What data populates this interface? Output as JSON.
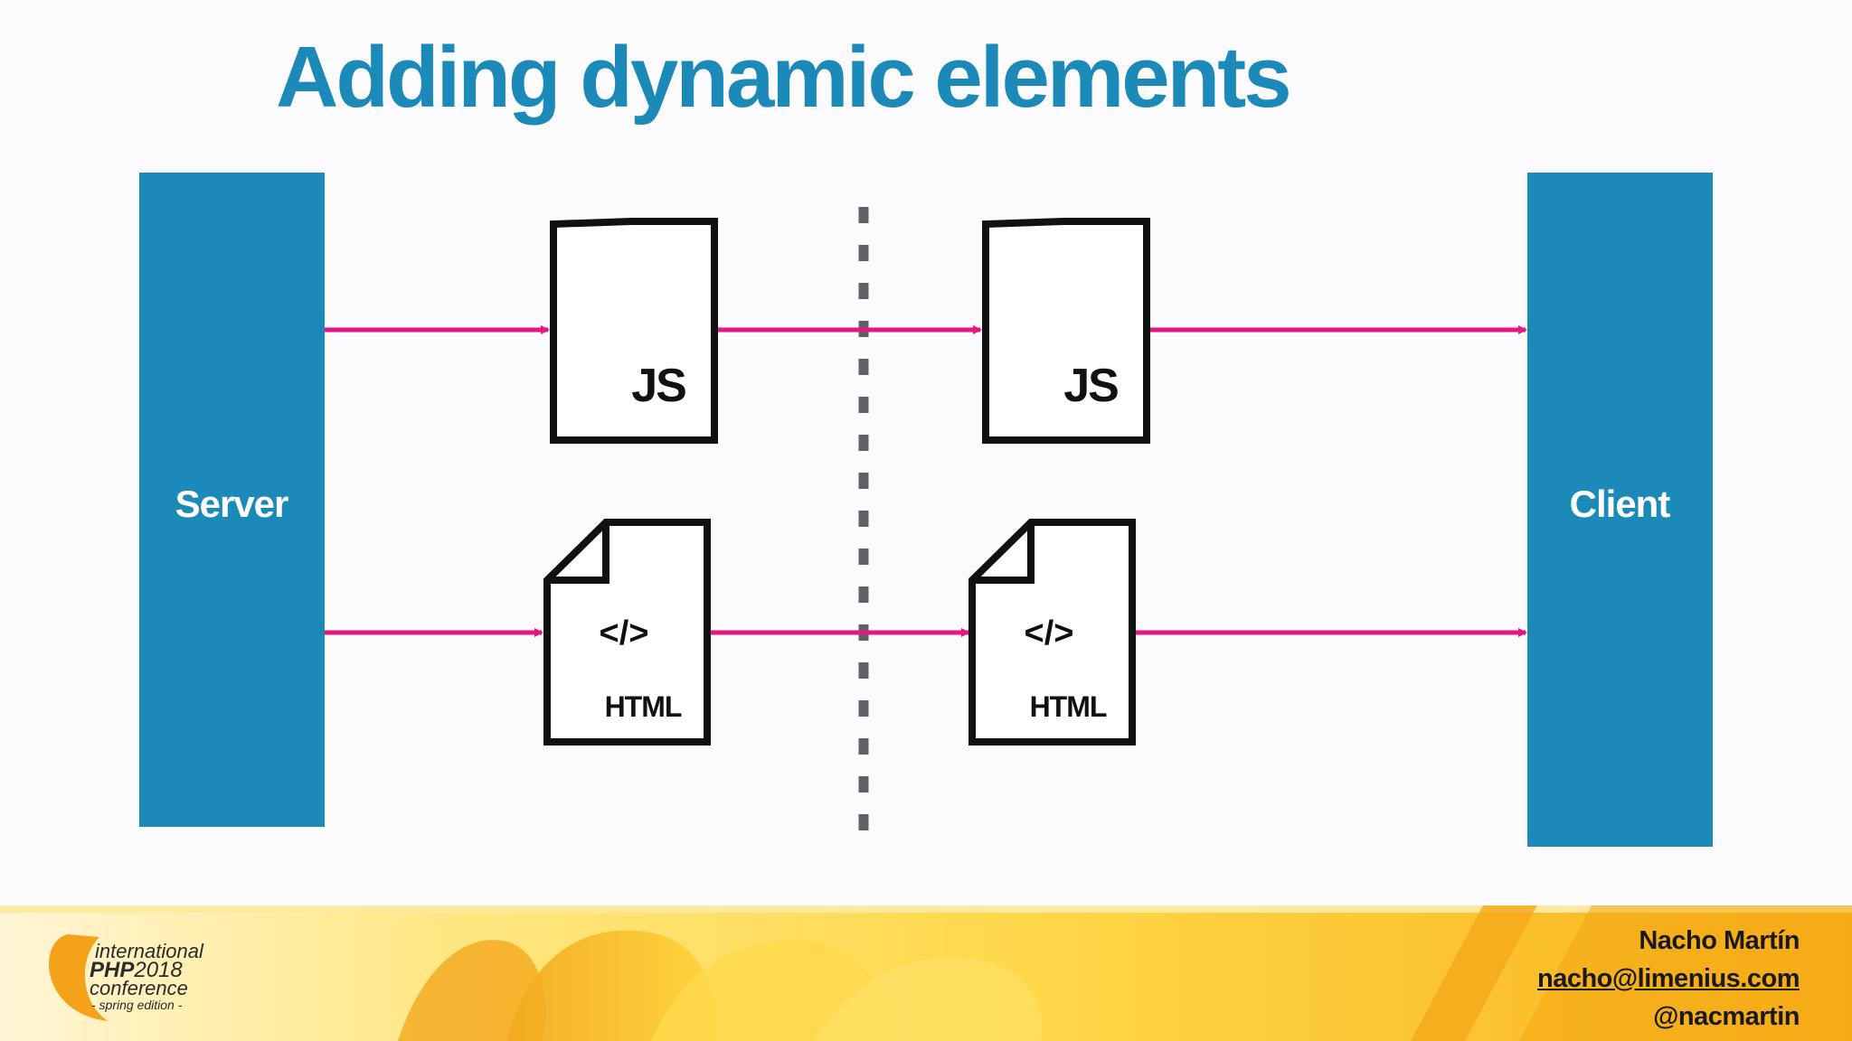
{
  "slide": {
    "title": "Adding dynamic elements"
  },
  "diagram": {
    "server_label": "Server",
    "client_label": "Client",
    "js_label": "JS",
    "html_label": "HTML",
    "html_code": "</>",
    "colors": {
      "box": "#1b8ab8",
      "arrow": "#e6157f",
      "divider": "#5f6166",
      "doc_stroke": "#111111"
    }
  },
  "footer": {
    "conference": {
      "line1": "international",
      "line2_brand": "PHP",
      "line2_year": "2018",
      "line3": "conference",
      "line4": "- spring edition -"
    },
    "author": {
      "name": "Nacho Martín",
      "email": "nacho@limenius.com",
      "handle": "@nacmartin"
    }
  }
}
